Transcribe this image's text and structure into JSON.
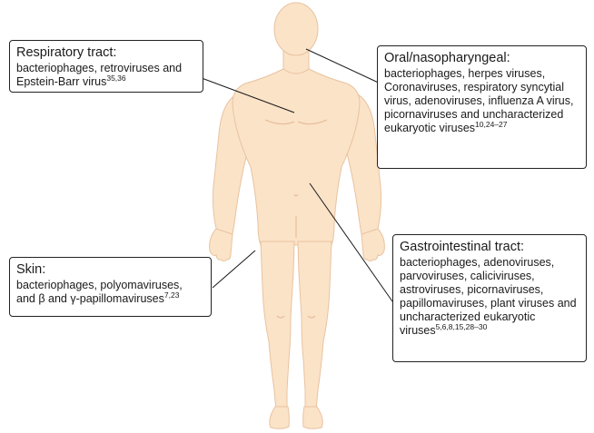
{
  "colors": {
    "skin_fill": "#fbe3c8",
    "skin_stroke": "#e8c3a0",
    "skin_detail": "#e3b994",
    "leader_line": "#1a1a1a",
    "box_border": "#222222"
  },
  "callouts": {
    "respiratory": {
      "title": "Respiratory tract:",
      "text": "bacteriophages, retroviruses and Epstein-Barr virus",
      "refs": "35,36"
    },
    "oral": {
      "title": "Oral/nasopharyngeal:",
      "text": "bacteriophages, herpes viruses, Coronaviruses, respiratory syncytial virus, adenoviruses, influenza A virus, picornaviruses and uncharacterized eukaryotic viruses",
      "refs": "10,24–27"
    },
    "skin": {
      "title": "Skin:",
      "text_before": "bacteriophages, polyomaviruses, and ",
      "greek_1": "β",
      "text_middle": " and ",
      "greek_2": "γ",
      "text_after": "-papillomaviruses",
      "refs": "7,23"
    },
    "gastrointestinal": {
      "title": "Gastrointestinal tract:",
      "text": "bacteriophages, adenoviruses, parvoviruses, caliciviruses, astroviruses, picornaviruses, papillomaviruses, plant viruses and uncharacterized eukaryotic viruses",
      "refs": "5,6,8,15,28–30"
    }
  }
}
